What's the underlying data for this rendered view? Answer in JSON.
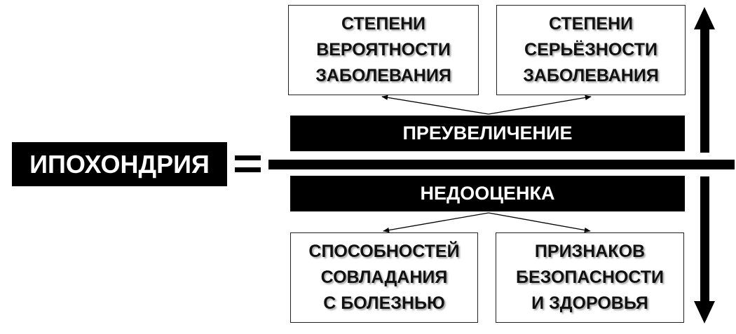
{
  "main": {
    "label": "ИПОХОНДРИЯ"
  },
  "upper": {
    "bar_label": "ПРЕУВЕЛИЧЕНИЕ",
    "boxes": [
      {
        "text": "СТЕПЕНИ\nВЕРОЯТНОСТИ\nЗАБОЛЕВАНИЯ"
      },
      {
        "text": "СТЕПЕНИ\nСЕРЬЁЗНОСТИ\nЗАБОЛЕВАНИЯ"
      }
    ]
  },
  "lower": {
    "bar_label": "НЕДООЦЕНКА",
    "boxes": [
      {
        "text": "СПОСОБНОСТЕЙ\nСОВЛАДАНИЯ\nС БОЛЕЗНЬЮ"
      },
      {
        "text": "ПРИЗНАКОВ\nБЕЗОПАСНОСТИ\nИ ЗДОРОВЬЯ"
      }
    ]
  },
  "colors": {
    "ink": "#000000",
    "background": "#ffffff",
    "bar_text": "#ffffff"
  }
}
